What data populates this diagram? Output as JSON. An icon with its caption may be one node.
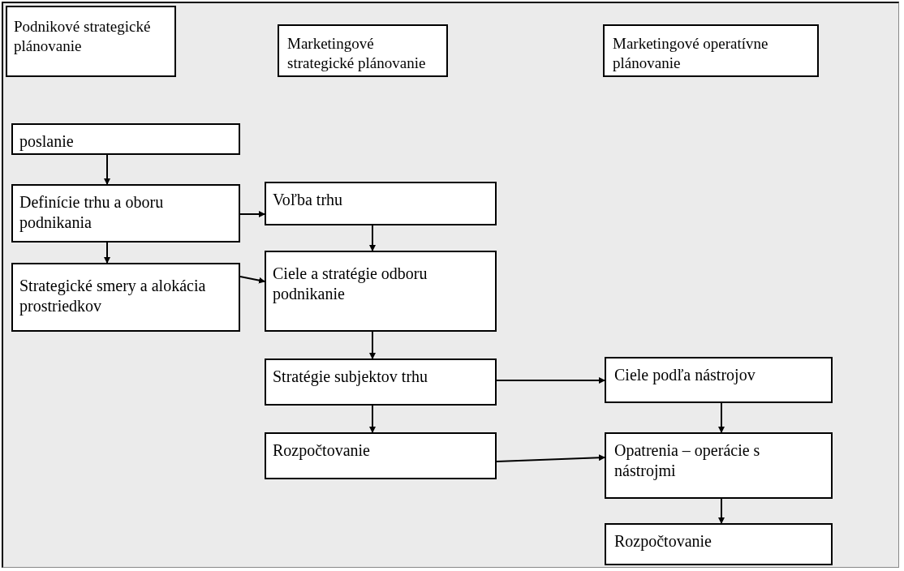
{
  "diagram": {
    "nodes": [
      {
        "text": [
          "Podnikové strategické plánovanie"
        ]
      },
      {
        "text": [
          "Marketingové strategické plánovanie"
        ]
      },
      {
        "text": [
          "Marketingové operatívne plánovanie"
        ]
      },
      {
        "text": [
          "poslanie"
        ]
      },
      {
        "text": [
          "Definície trhu a oboru podnikania"
        ]
      },
      {
        "text": [
          "Voľba trhu"
        ]
      },
      {
        "text": [
          "Strategické smery a alokácia prostriedkov"
        ]
      },
      {
        "text": [
          "Ciele a stratégie odboru podnikanie"
        ]
      },
      {
        "text": [
          "Stratégie subjektov trhu"
        ]
      },
      {
        "text": [
          "Ciele podľa nástrojov"
        ]
      },
      {
        "text": [
          "Rozpočtovanie"
        ]
      },
      {
        "text": [
          "Opatrenia – operácie s nástrojmi"
        ]
      },
      {
        "text": [
          "Rozpočtovanie"
        ]
      }
    ],
    "edges": [
      {
        "from": 3,
        "to": 4,
        "arrow": "to"
      },
      {
        "from": 4,
        "to": 6,
        "arrow": "to"
      },
      {
        "from": 4,
        "to": 5,
        "arrow": "to"
      },
      {
        "from": 6,
        "to": 7,
        "arrow": "to"
      },
      {
        "from": 5,
        "to": 7,
        "arrow": "to"
      },
      {
        "from": 7,
        "to": 8,
        "arrow": "to"
      },
      {
        "from": 8,
        "to": 9,
        "arrow": "to"
      },
      {
        "from": 8,
        "to": 10,
        "arrow": "to"
      },
      {
        "from": 9,
        "to": 11,
        "arrow": "to"
      },
      {
        "from": 10,
        "to": 11,
        "arrow": "to"
      },
      {
        "from": 11,
        "to": 12,
        "arrow": "to"
      }
    ]
  }
}
